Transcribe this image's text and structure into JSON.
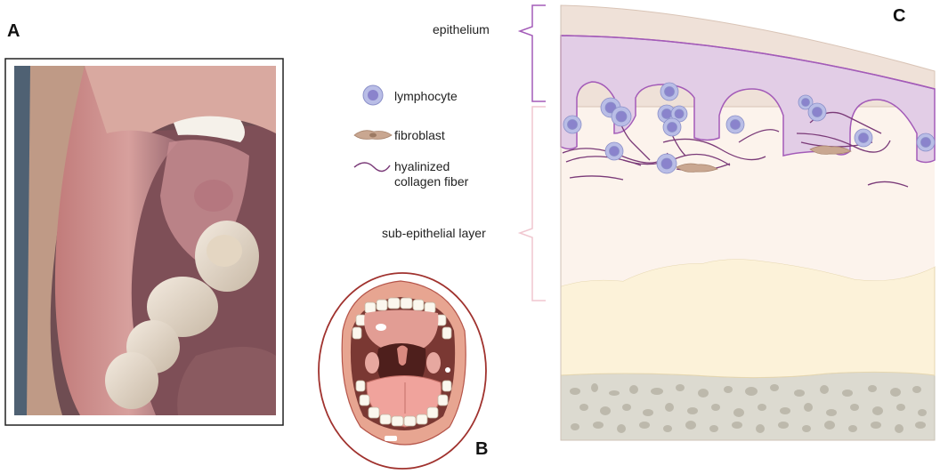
{
  "panels": {
    "a": {
      "letter": "A"
    },
    "b": {
      "letter": "B"
    },
    "c": {
      "letter": "C"
    }
  },
  "labels": {
    "epithelium": "epithelium",
    "sub_epithelial": "sub-epithelial layer"
  },
  "legend": {
    "lymphocyte": "lymphocyte",
    "fibroblast": "fibroblast",
    "collagen_line1": "hyalinized",
    "collagen_line2": "collagen fiber"
  },
  "colors": {
    "epithelium_fill": "#e2cde6",
    "epithelium_stroke": "#a35bb8",
    "surface_layer": "#efe1d8",
    "subepithelial": "#fcf3ec",
    "deep_layer": "#fcf2d9",
    "bone": "#dcdad0",
    "lymphocyte_outer": "#b9bde6",
    "lymphocyte_inner": "#8a83cc",
    "collagen": "#7a3a78",
    "fibroblast": "#c9a791",
    "bracket_epi": "#a35bb8",
    "bracket_sub": "#f0c6cf",
    "mouth_border": "#a0322e"
  }
}
